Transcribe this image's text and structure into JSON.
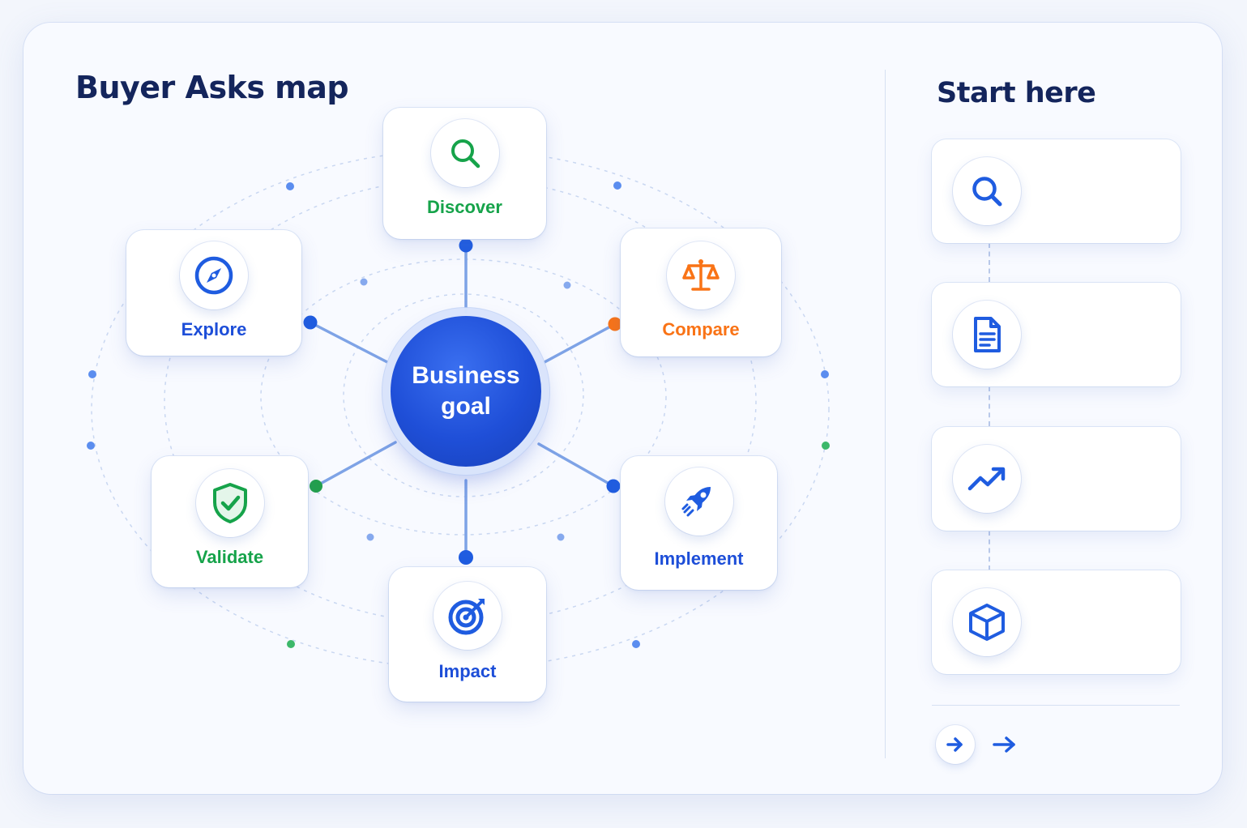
{
  "map": {
    "title": "Buyer Asks map",
    "center_label": "Business goal",
    "nodes": [
      {
        "id": "discover",
        "label": "Discover",
        "icon": "search-icon",
        "color": "#16a34a"
      },
      {
        "id": "compare",
        "label": "Compare",
        "icon": "scales-icon",
        "color": "#f97316"
      },
      {
        "id": "implement",
        "label": "Implement",
        "icon": "rocket-icon",
        "color": "#1d4ed8"
      },
      {
        "id": "impact",
        "label": "Impact",
        "icon": "target-icon",
        "color": "#1d4ed8"
      },
      {
        "id": "validate",
        "label": "Validate",
        "icon": "shield-check-icon",
        "color": "#16a34a"
      },
      {
        "id": "explore",
        "label": "Explore",
        "icon": "compass-icon",
        "color": "#1d4ed8"
      }
    ]
  },
  "sidebar": {
    "title": "Start here",
    "steps": [
      {
        "icon": "search-icon"
      },
      {
        "icon": "document-icon"
      },
      {
        "icon": "trend-up-icon"
      },
      {
        "icon": "cube-icon"
      }
    ],
    "footer_icons": [
      "arrow-right-icon",
      "arrow-right-icon"
    ]
  },
  "colors": {
    "primary": "#1f4fd8",
    "green": "#16a34a",
    "orange": "#f97316",
    "title": "#14255c"
  }
}
